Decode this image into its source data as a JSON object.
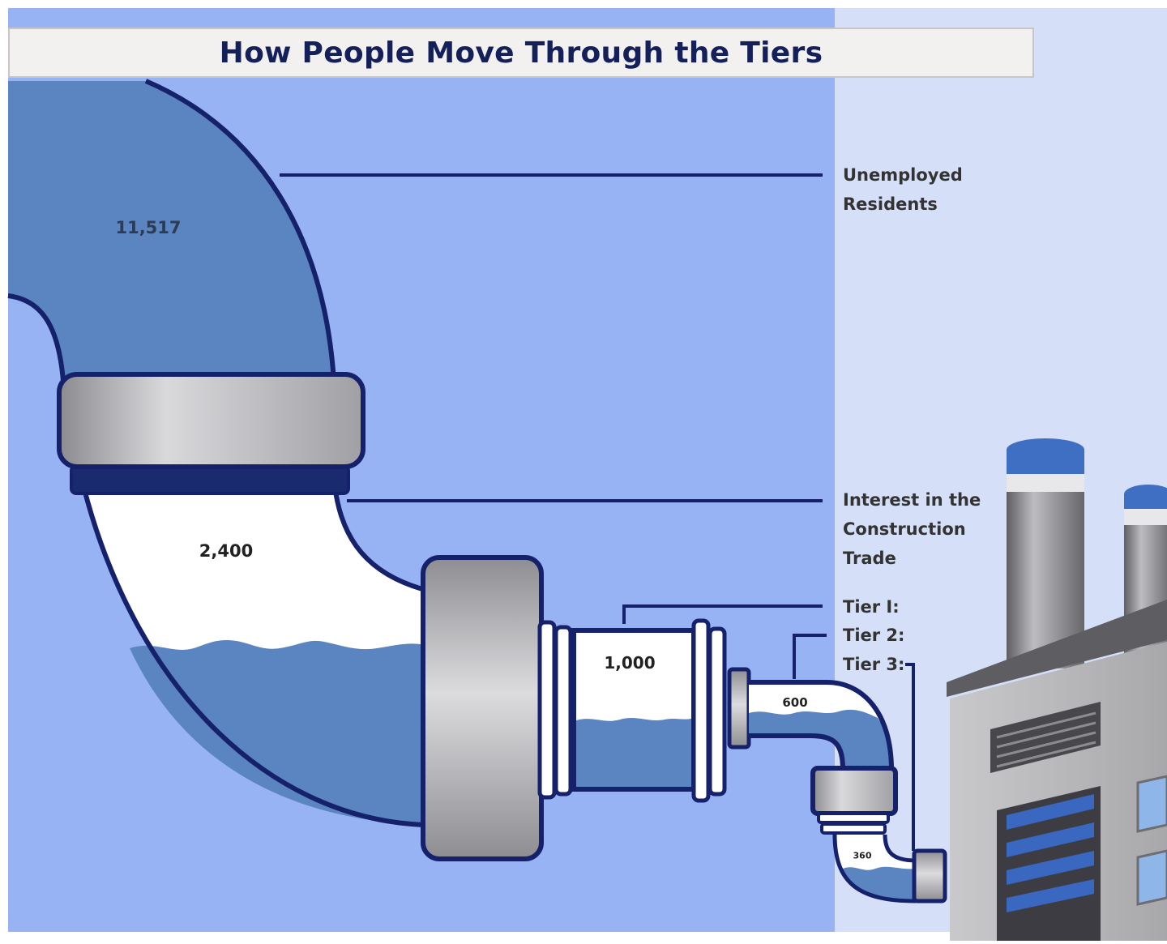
{
  "title": "How People Move Through the Tiers",
  "labels": {
    "unemployed": [
      "Unemployed",
      "Residents"
    ],
    "interest": [
      "Interest in the",
      "Construction",
      "Trade"
    ],
    "tier1": "Tier I:",
    "tier2": "Tier 2:",
    "tier3": "Tier 3:"
  },
  "values": {
    "unemployed": "11,517",
    "interest": "2,400",
    "tier1": "1,000",
    "tier2": "600",
    "tier3": "360"
  },
  "colors": {
    "background_left": "#97b3f4",
    "background_right": "#d5dff7",
    "pipe_fill": "#5a85c0",
    "pipe_outline": "#15216a",
    "water_white": "#ffffff",
    "coupling_gray": "#b5b5b8",
    "title_text": "#14205a"
  }
}
